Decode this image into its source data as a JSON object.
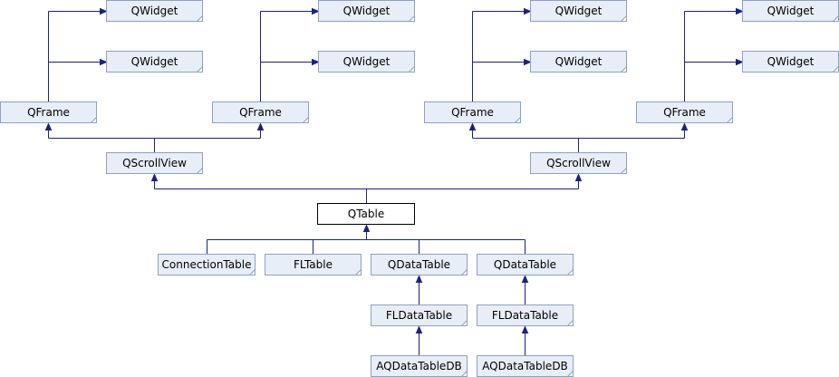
{
  "diagram": {
    "nodes": {
      "qw_a1": "QWidget",
      "qw_a2": "QWidget",
      "qw_b1": "QWidget",
      "qw_b2": "QWidget",
      "qw_c1": "QWidget",
      "qw_c2": "QWidget",
      "qw_d1": "QWidget",
      "qw_d2": "QWidget",
      "qframe_a": "QFrame",
      "qframe_b": "QFrame",
      "qframe_c": "QFrame",
      "qframe_d": "QFrame",
      "qscroll_l": "QScrollView",
      "qscroll_r": "QScrollView",
      "qtable": "QTable",
      "connection_table": "ConnectionTable",
      "fl_table": "FLTable",
      "qdatatable_l": "QDataTable",
      "qdatatable_r": "QDataTable",
      "fldatatable_l": "FLDataTable",
      "fldatatable_r": "FLDataTable",
      "aqdatatabledb_l": "AQDataTableDB",
      "aqdatatabledb_r": "AQDataTableDB"
    }
  }
}
